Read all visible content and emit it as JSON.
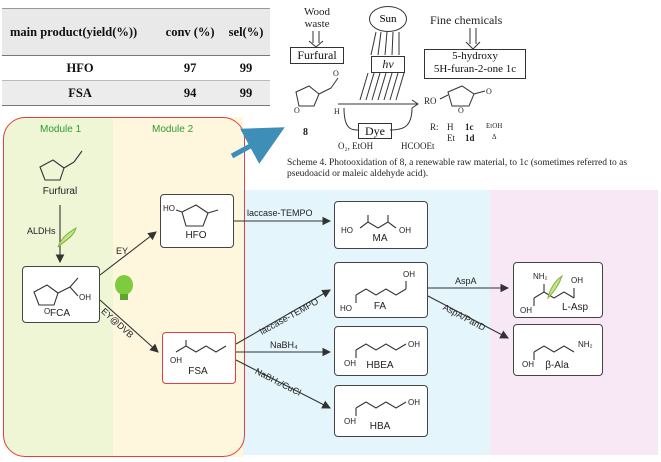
{
  "table": {
    "headers": [
      "main product(yield(%))",
      "conv (%)",
      "sel(%)"
    ],
    "rows": [
      {
        "product": "HFO",
        "conv": "97",
        "sel": "99"
      },
      {
        "product": "FSA",
        "conv": "94",
        "sel": "99"
      }
    ]
  },
  "scheme4": {
    "wood_waste": "Wood\nwaste",
    "furfural": "Furfural",
    "sun": "Sun",
    "hv": "hν",
    "dye": "Dye",
    "fine_chemicals": "Fine chemicals",
    "product_name": "5-hydroxy\n5H-furan-2-one 1c",
    "compound_8": "8",
    "o2_etoh": "O₂, EtOH",
    "hcooet": "HCOOEt",
    "r_label": "R:",
    "r_h": "H",
    "r_et": "Et",
    "c1c": "1c",
    "c1d": "1d",
    "etoh_label": "EtOH",
    "delta": "Δ",
    "ro": "RO",
    "caption": "Scheme 4.  Photooxidation of 8, a renewable raw material, to 1c (sometimes referred to as pseudoacid or maleic aldehyde acid)."
  },
  "modules": {
    "module1": "Module 1",
    "module2": "Module 2"
  },
  "compounds": {
    "furfural": "Furfural",
    "fca": "FCA",
    "hfo": "HFO",
    "fsa": "FSA",
    "ma": "MA",
    "fa": "FA",
    "hbea": "HBEA",
    "hba": "HBA",
    "lasp": "L-Asp",
    "bala": "β-Ala"
  },
  "reactions": {
    "aldhs": "ALDHs",
    "ey": "EY",
    "eydvb": "EY@DVB",
    "laccase1": "laccase-TEMPO",
    "laccase2": "laccase-TEMPO",
    "nabh4": "NaBH₄",
    "nabh4cucl": "NaBH₄/CuCl",
    "aspa": "AspA",
    "aspapand": "AspA/PanD"
  },
  "atoms": {
    "O": "O",
    "OH": "OH",
    "HO": "HO",
    "H": "H",
    "NH2": "NH₂"
  },
  "colors": {
    "module1_bg": "#eef6d6",
    "module2_bg": "#fff6de",
    "cyan_bg": "#e4f6fb",
    "pink_bg": "#f8e8f6",
    "red_border": "#e04040",
    "arrow_blue": "#3d8fb8",
    "module_text": "#2e9b2e"
  }
}
